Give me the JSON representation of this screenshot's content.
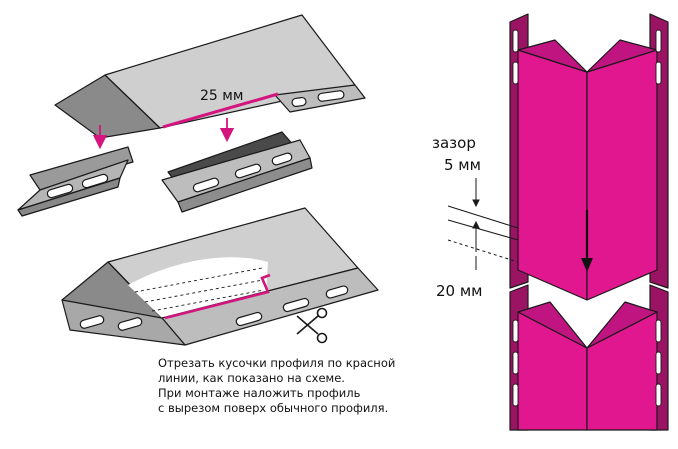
{
  "labels": {
    "cut_width": "25 мм",
    "gap_title": "зазор",
    "gap_value": "5 мм",
    "overlap_value": "20 мм"
  },
  "caption": {
    "line1": "Отрезать кусочки профиля по красной",
    "line2": "линии, как показано на схеме.",
    "line3": "При монтаже наложить профиль",
    "line4": "с вырезом поверх обычного профиля."
  },
  "colors": {
    "profile_magenta": "#e0178f",
    "profile_dark_magenta": "#9b1464",
    "cut_line": "#d4157f",
    "profile_gray": "#c8c8c8",
    "profile_dark_gray": "#777777",
    "outline": "#1a1a1a"
  },
  "icons": [
    "scissors-icon",
    "arrow-down-icon"
  ]
}
